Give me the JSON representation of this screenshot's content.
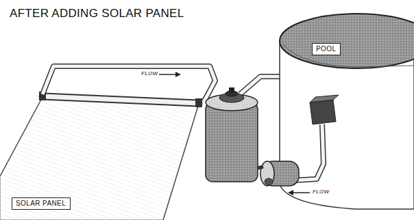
{
  "diagram": {
    "title": "AFTER ADDING SOLAR PANEL",
    "nodes": [
      {
        "text": [
          "POOL"
        ]
      },
      {
        "text": [
          "SOLAR PANEL"
        ]
      }
    ],
    "labels": [
      "FLOW",
      "FLOW"
    ]
  }
}
